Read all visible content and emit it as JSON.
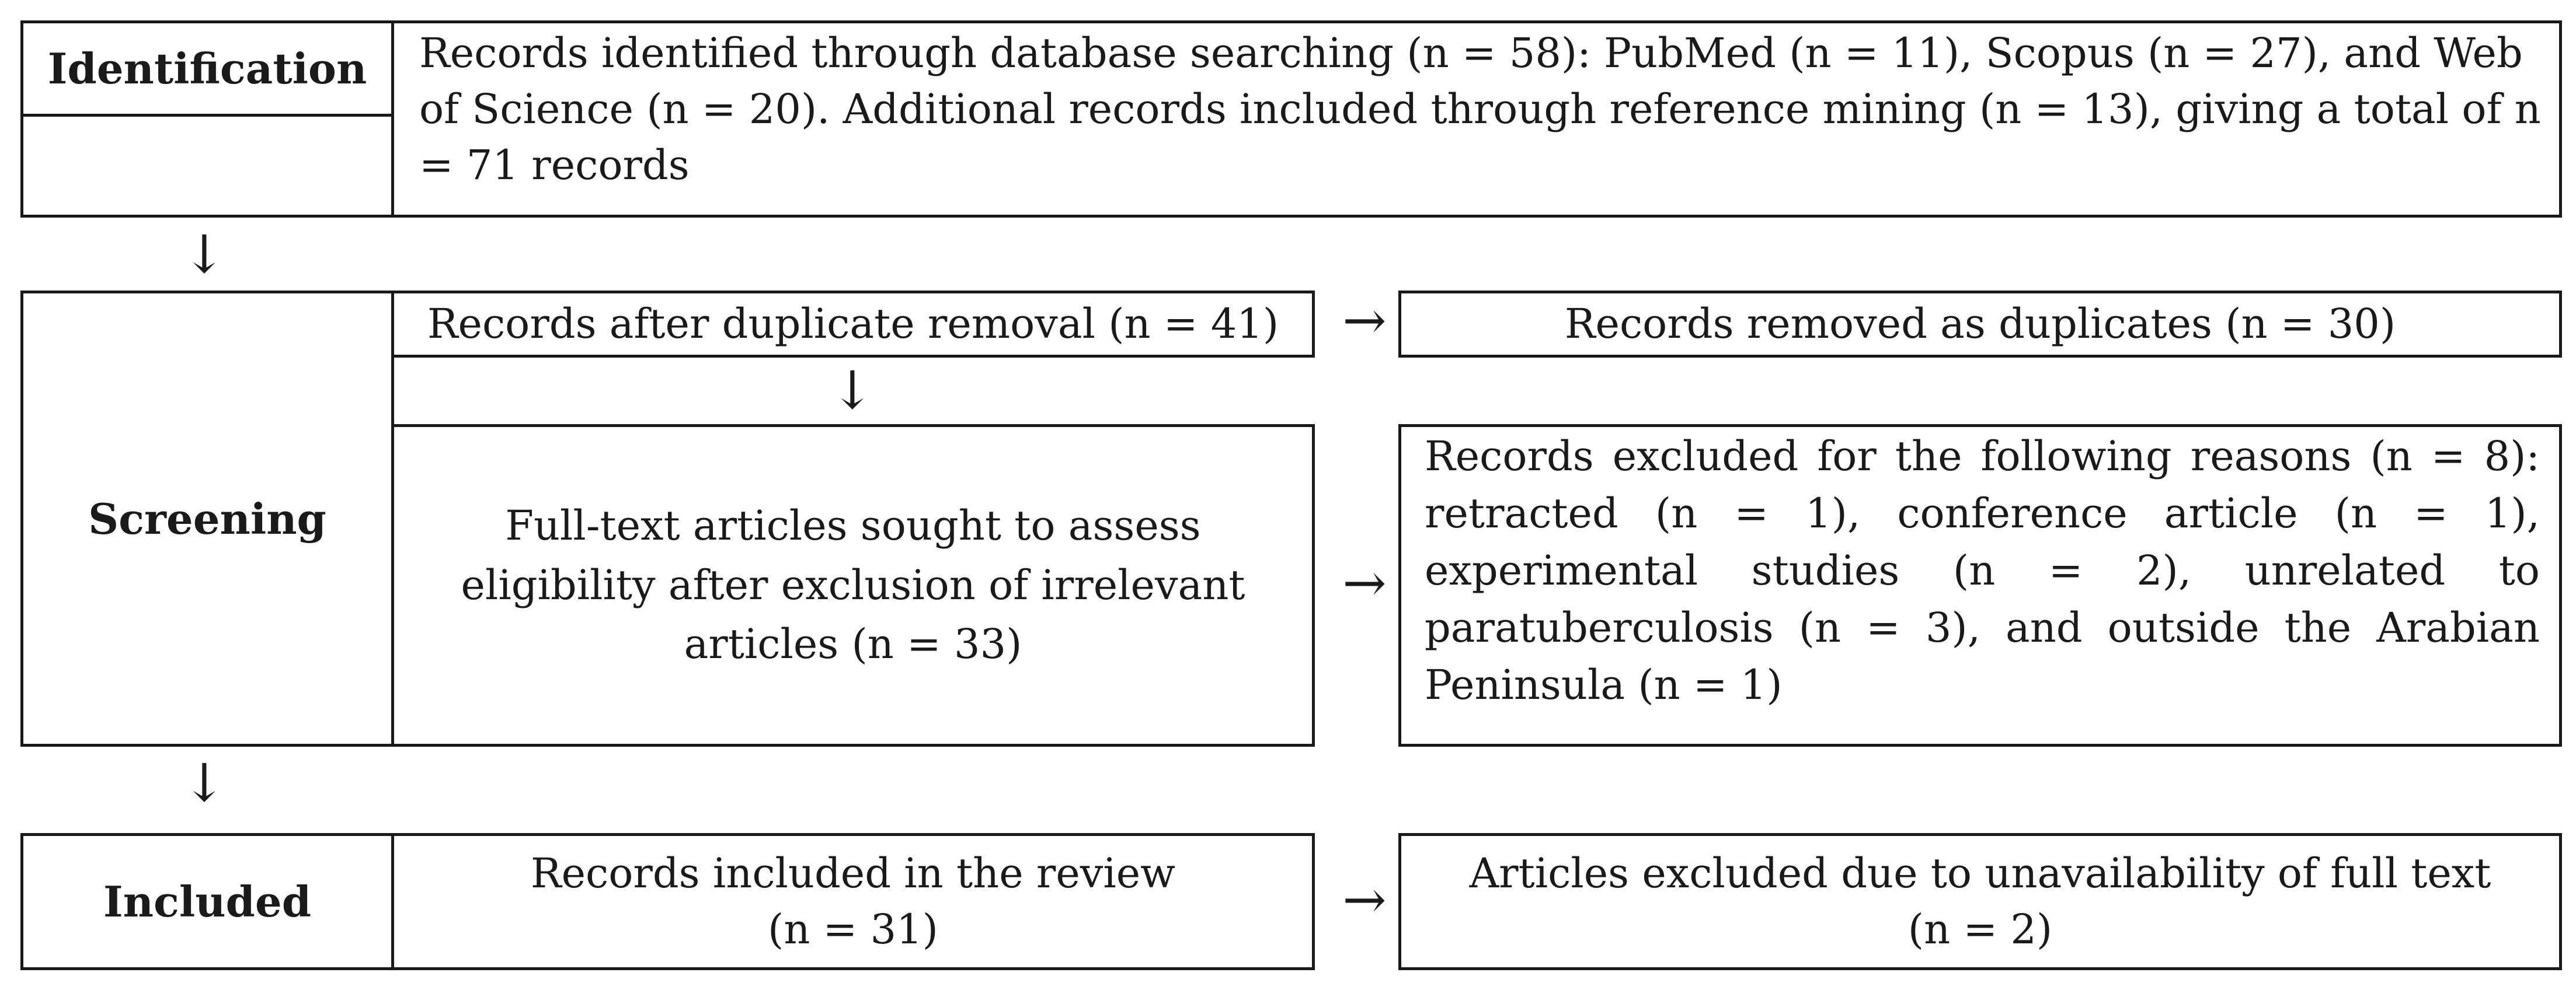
{
  "stages": {
    "identification": "Identification",
    "screening": "Screening",
    "included": "Included"
  },
  "identification": {
    "records_text": "Records identified through database searching (n = 58): PubMed (n = 11), Scopus (n = 27), and Web of Science (n = 20). Additional records included through reference mining (n = 13), giving a total of n = 71 records"
  },
  "screening": {
    "after_duplicates": "Records after duplicate removal (n = 41)",
    "removed_duplicates": "Records removed as duplicates (n = 30)",
    "full_text_sought": "Full-text articles sought to assess eligibility after exclusion of irrelevant articles (n = 33)",
    "excluded_reasons": "Records excluded for the following reasons (n = 8): retracted (n = 1), conference article (n = 1), experimental studies (n = 2), unrelated to paratuberculosis (n = 3), and outside the Arabian Peninsula (n = 1)"
  },
  "included": {
    "records_included_line1": "Records included in the review",
    "records_included_line2": "(n = 31)",
    "excluded_unavailable_line1": "Articles excluded due to unavailability of full text",
    "excluded_unavailable_line2": "(n = 2)"
  },
  "arrows": {
    "down": "↓",
    "right": "→"
  }
}
